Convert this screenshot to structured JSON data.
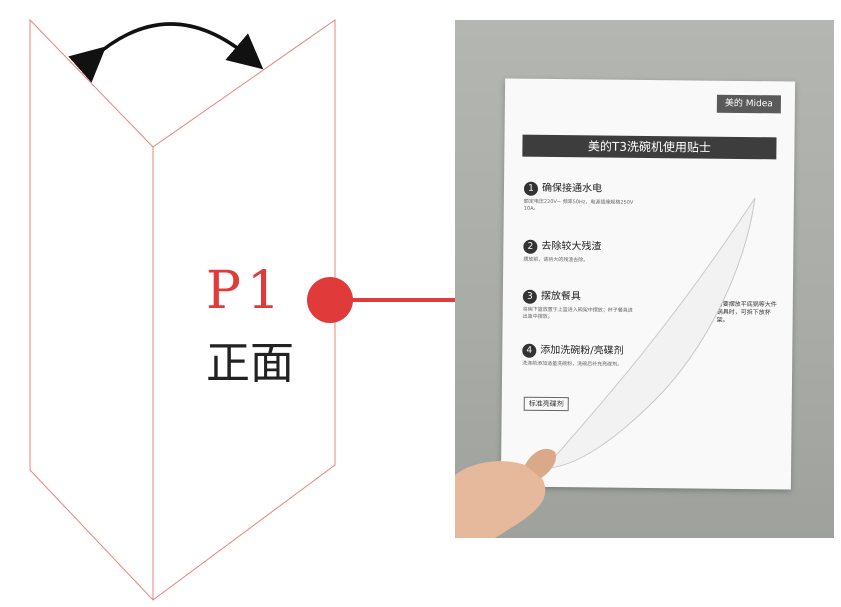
{
  "annotation": {
    "page_label": "P1",
    "face_label": "正面"
  },
  "photo": {
    "brand": "美的 Midea",
    "title": "美的T3洗碗机使用贴士",
    "steps": [
      {
        "number": "1",
        "text": "确保接通水电",
        "desc": "额定电压220V~ 频率50Hz，电源插座规格250V 10A。"
      },
      {
        "number": "2",
        "text": "去除较大残渣",
        "desc": "摆放前，请将大的残渣去除。"
      },
      {
        "number": "3",
        "text": "摆放餐具",
        "desc": "将碗下篮放置于上篮进入碗架中摆放；杯子餐具进出篮中摆放。"
      },
      {
        "number": "4",
        "text": "添加洗碗粉/亮碟剂",
        "desc": "洗涤前添加适量洗碗粉，洗碗后补充亮碟剂。"
      }
    ],
    "tag": "标准亮碟剂",
    "side_note": "需要摆放平底锅等大件锅具时，可拆下放杯架。"
  },
  "colors": {
    "accent_red": "#e03a3a",
    "fold_line": "#e8837c",
    "arrow": "#111111"
  }
}
